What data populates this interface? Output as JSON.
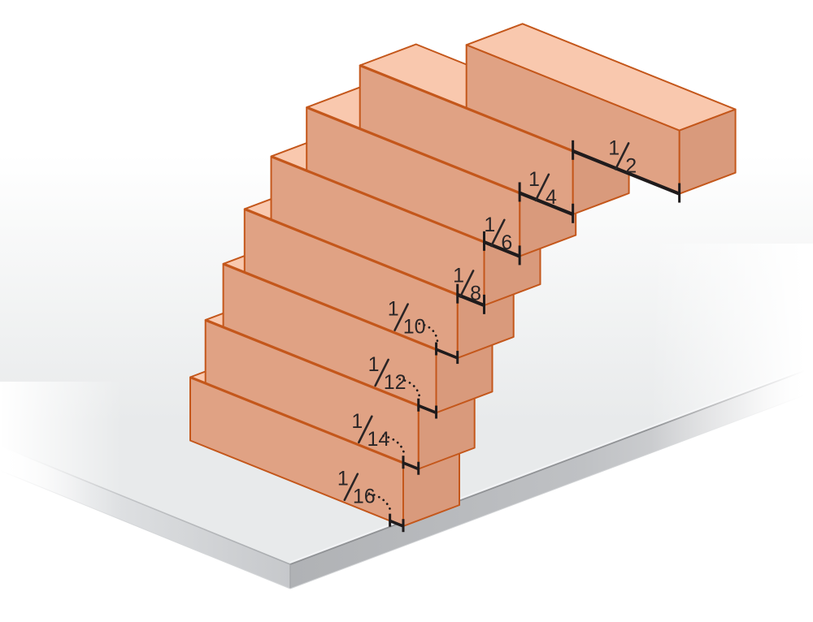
{
  "diagram": {
    "type": "isometric-block-stacking-overhang",
    "block_count": 8,
    "overhang_labels": [
      {
        "numerator": "1",
        "denominator": "2",
        "value": 0.5,
        "leader": false
      },
      {
        "numerator": "1",
        "denominator": "4",
        "value": 0.25,
        "leader": false
      },
      {
        "numerator": "1",
        "denominator": "6",
        "value": 0.166667,
        "leader": false
      },
      {
        "numerator": "1",
        "denominator": "8",
        "value": 0.125,
        "leader": false
      },
      {
        "numerator": "1",
        "denominator": "10",
        "value": 0.1,
        "leader": true
      },
      {
        "numerator": "1",
        "denominator": "12",
        "value": 0.083333,
        "leader": true
      },
      {
        "numerator": "1",
        "denominator": "14",
        "value": 0.071429,
        "leader": true
      },
      {
        "numerator": "1",
        "denominator": "16",
        "value": 0.0625,
        "leader": true
      }
    ]
  },
  "colors": {
    "background": "#ffffff",
    "block_top": "#f9c8ae",
    "block_front": "#e0a284",
    "block_end": "#d99a7c",
    "block_outline": "#c4571b",
    "measure_bar": "#1f1b1c",
    "label_text": "#2a2526",
    "table_top": "#e8eaeb",
    "table_left_face": "#c6c8cb",
    "table_right_face": "#b0b2b5",
    "table_fold_line": "#909295",
    "table_highlight": "#f2f3f5"
  }
}
